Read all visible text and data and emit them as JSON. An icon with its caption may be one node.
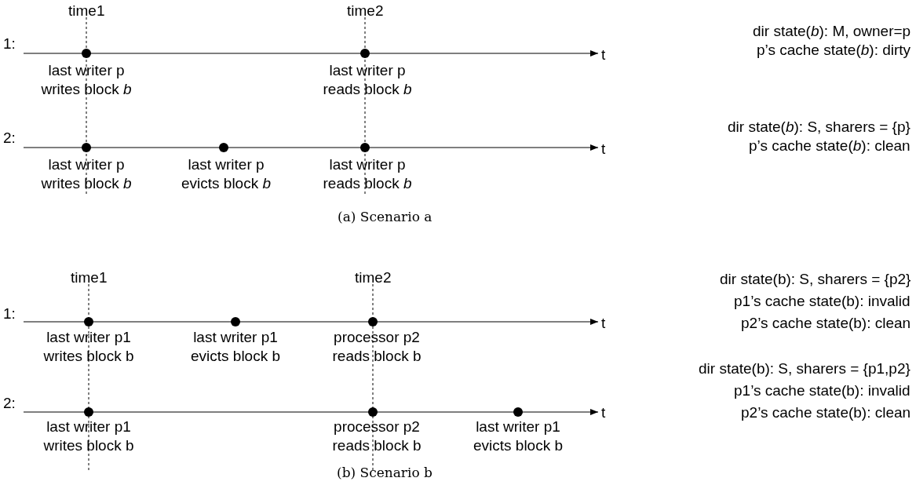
{
  "diagram": {
    "labels": [
      "time1",
      "time2",
      "1:",
      "t",
      "last writer p writes block *b*",
      "last writer p reads block *b*",
      "dir state(*b*): M, owner=p",
      "p’s cache state(*b*): dirty",
      "2:",
      "t",
      "last writer p writes block *b*",
      "last writer p evicts block *b*",
      "last writer p reads block *b*",
      "dir state(*b*): S, sharers = {p}",
      "p’s cache state(*b*): clean",
      "(a) Scenario a",
      "time1",
      "time2",
      "1:",
      "t",
      "last writer p1 writes block b",
      "last writer p1 evicts block b",
      "processor p2 reads block b",
      "dir state(b): S, sharers = {p2}",
      "p1’s cache state(b): invalid",
      "p2’s cache state(b): clean",
      "2:",
      "t",
      "last writer p1 writes block b",
      "processor p2 reads block b",
      "last writer p1 evicts block b",
      "dir state(b): S, sharers = {p1,p2}",
      "p1’s cache state(b): invalid",
      "p2’s cache state(b): clean",
      "(b) Scenario b"
    ]
  }
}
